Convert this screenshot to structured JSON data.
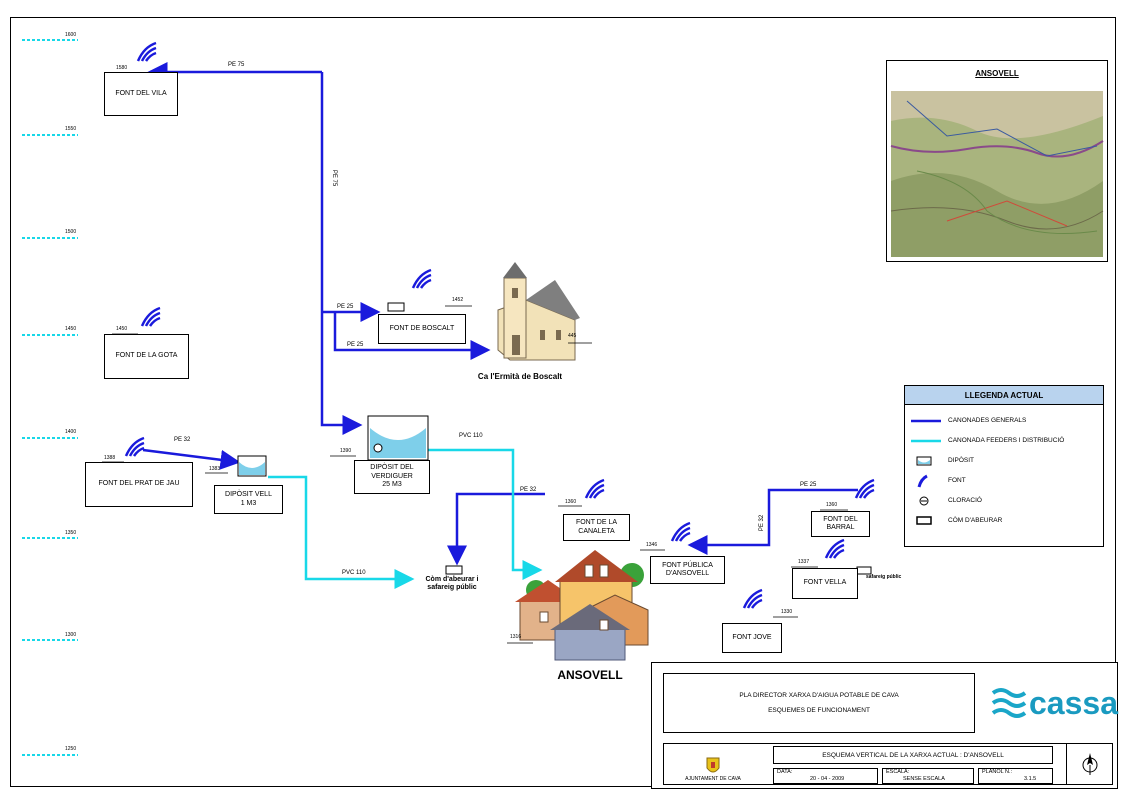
{
  "elevation_scale": [
    "1600",
    "1550",
    "1500",
    "1450",
    "1400",
    "1350",
    "1300",
    "1250"
  ],
  "fonts": {
    "font_del_vila": {
      "label": "FONT DEL VILA",
      "elev": "1580"
    },
    "font_de_la_gota": {
      "label": "FONT DE LA GOTA",
      "elev": "1450"
    },
    "font_del_prat_de_jau": {
      "label": "FONT DEL PRAT DE JAU",
      "elev": "1388"
    },
    "font_de_boscalt": {
      "label": "FONT DE BOSCALT",
      "elev": "1452"
    },
    "font_de_la_canaleta": {
      "label": "FONT DE LA CANALETA",
      "elev": "1360"
    },
    "font_publica": {
      "label": "FONT PÚBLICA D'ANSOVELL",
      "elev": "1346"
    },
    "font_del_barral": {
      "label": "FONT DEL BARRAL",
      "elev": "1360"
    },
    "font_vella": {
      "label": "FONT VELLA",
      "elev": "1337"
    },
    "font_jove": {
      "label": "FONT JOVE",
      "elev": "1330"
    }
  },
  "deposits": {
    "diposit_vell": {
      "label_line1": "DIPÒSIT VELL",
      "label_line2": "1 M3",
      "elev": "1383"
    },
    "diposit_verdiguer": {
      "label_line1": "DIPÒSIT DEL VERDIGUER",
      "label_line2": "25 M3",
      "elev": "1390"
    }
  },
  "pipes": {
    "pe75_top": "PE 75",
    "pe75_vertical": "PE 75",
    "pe25_a": "PE 25",
    "pe25_b": "PE 25",
    "pe32_prat": "PE 32",
    "pvc110_a": "PVC 110",
    "pvc110_b": "PVC 110",
    "pe32_mid": "PE 32",
    "pe25_barral": "PE 25",
    "pe32_barral": "PE 32"
  },
  "places": {
    "ermita": {
      "label": "Ca l'Ermità de Boscalt",
      "elev": "445"
    },
    "abeurar": {
      "label_line1": "Còm d'abeurar i",
      "label_line2": "safareig públic"
    },
    "safareig_small": "safareig públic",
    "ansovell": {
      "label": "ANSOVELL",
      "elev": "1316"
    }
  },
  "map": {
    "title": "ANSOVELL"
  },
  "legend": {
    "title": "LLEGENDA ACTUAL",
    "items": [
      {
        "label": "CANONADES GENERALS",
        "symbol": "blue-line",
        "color": "#1a1adc"
      },
      {
        "label": "CANONADA FEEDERS I DISTRIBUCIÓ",
        "symbol": "cyan-line",
        "color": "#18d8e8"
      },
      {
        "label": "DIPÒSIT",
        "symbol": "tank"
      },
      {
        "label": "FONT",
        "symbol": "font"
      },
      {
        "label": "CLORACIÓ",
        "symbol": "chlorination"
      },
      {
        "label": "CÒM D'ABEURAR",
        "symbol": "trough"
      }
    ]
  },
  "title_block": {
    "project_line1": "PLA DIRECTOR XARXA D'AIGUA POTABLE DE CAVA",
    "project_line2": "ESQUEMES DE FUNCIONAMENT",
    "company": "cassa",
    "scheme_title": "ESQUEMA VERTICAL DE LA XARXA ACTUAL : D'ANSOVELL",
    "municipality": "AJUNTAMENT DE CAVA",
    "date_label": "DATA:",
    "date_value": "20 - 04 - 2009",
    "scale_label": "ESCALA:",
    "scale_value": "SENSE ESCALA",
    "plan_label": "PLANOL N.:",
    "plan_value": "3.1.5"
  },
  "colors": {
    "main_pipe": "#1a1adc",
    "feeder_pipe": "#18d8e8",
    "font_icon": "#1a1adc",
    "legend_header": "#b9d3ee"
  }
}
